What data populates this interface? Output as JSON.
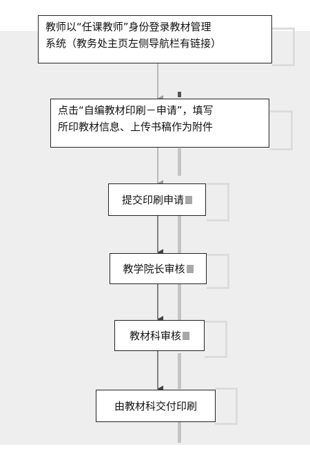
{
  "flow": {
    "steps": [
      {
        "id": "login",
        "lines": [
          "教师以“任课教师”身份登录教材管理",
          "系统（教务处主页左侧导航栏有链接）"
        ]
      },
      {
        "id": "apply",
        "lines": [
          "点击“自编教材印刷－申请”，填写",
          "所印教材信息、上传书稿作为附件"
        ]
      },
      {
        "id": "submit",
        "lines": [
          "提交印刷申请"
        ]
      },
      {
        "id": "dean_review",
        "lines": [
          "教学院长审核"
        ]
      },
      {
        "id": "section_review",
        "lines": [
          "教材科审核"
        ]
      },
      {
        "id": "print",
        "lines": [
          "由教材科交付印刷"
        ]
      }
    ]
  },
  "colors": {
    "border": "#222222",
    "arrow": "#444444",
    "background_band": "#eeeeee"
  }
}
